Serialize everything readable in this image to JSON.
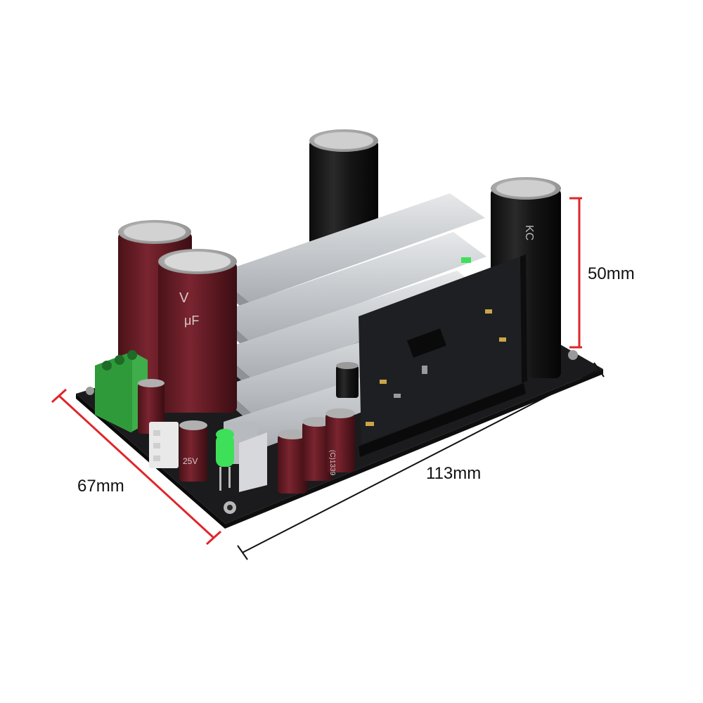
{
  "dimensions": {
    "height": "50mm",
    "width": "113mm",
    "depth": "67mm"
  },
  "colors": {
    "dimension_line": "#e0262b",
    "pcb": "#1b1b1d",
    "heatsink": "#c9ccd0",
    "capacitor_brown": "#6b1d24",
    "capacitor_black": "#141414",
    "terminal_green": "#3fae4a",
    "led_green": "#3ee05a"
  },
  "components": {
    "brown_capacitor_mark": "V",
    "brown_capacitor_unit": "μF",
    "black_capacitor_mark": "KC",
    "small_capacitor_mark": "25V",
    "small_capacitor_code": "(C)1339"
  }
}
